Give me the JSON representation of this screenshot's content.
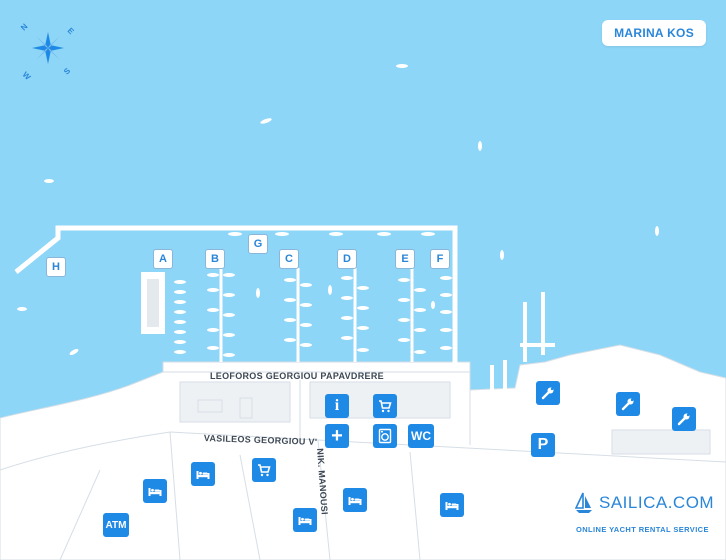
{
  "title": "MARINA KOS",
  "compass": {
    "n": "N",
    "e": "E",
    "s": "S",
    "w": "W"
  },
  "piers": [
    "A",
    "B",
    "C",
    "D",
    "E",
    "F",
    "G",
    "H"
  ],
  "roads": {
    "papavdrere": "LEOFOROS GEORGIOU PAPAVDRERE",
    "vasileos": "VASILEOS GEORGIOU V'",
    "manousi": "NIK. MANOUSI"
  },
  "poi": {
    "wc": "WC",
    "atm": "ATM",
    "parking": "P",
    "info": "i",
    "firstaid": "+"
  },
  "colors": {
    "sea": "#8dd6f7",
    "land": "#ffffff",
    "road_line": "#d6dee6",
    "accent": "#1f8ae6"
  },
  "brand": {
    "name": "SAILICA.COM",
    "tagline": "ONLINE YACHT RENTAL SERVICE"
  }
}
